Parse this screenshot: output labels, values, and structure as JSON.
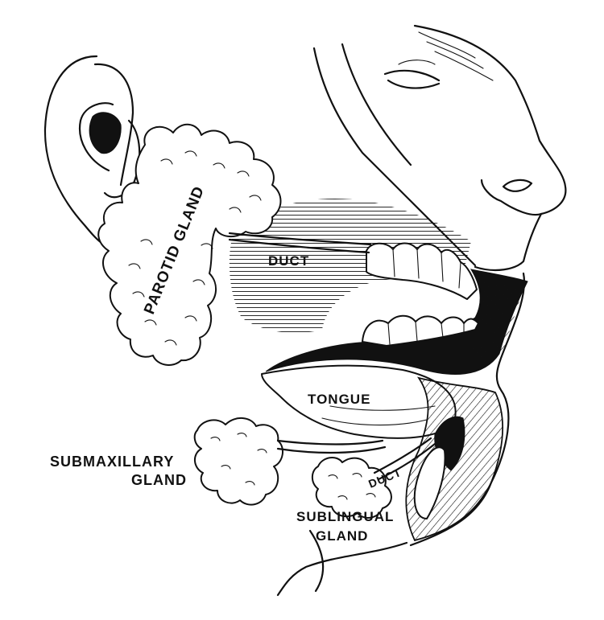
{
  "labels": {
    "parotid_gland": "PAROTID GLAND",
    "parotid_duct": "DUCT",
    "tongue": "TONGUE",
    "submaxillary_line1": "SUBMAXILLARY",
    "submaxillary_line2": "GLAND",
    "sublingual_duct": "DUCT",
    "sublingual_line1": "SUBLINGUAL",
    "sublingual_line2": "GLAND"
  },
  "colors": {
    "ink": "#111111",
    "paper": "#ffffff"
  }
}
